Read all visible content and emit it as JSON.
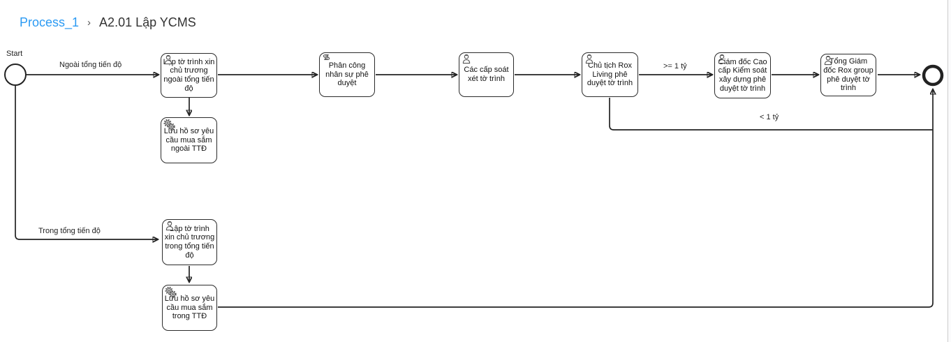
{
  "breadcrumb": {
    "process_link": "Process_1",
    "separator": "›",
    "current": "A2.01 Lập YCMS"
  },
  "colors": {
    "link_blue": "#2b9af3",
    "stroke": "#222222",
    "text": "#222222"
  },
  "diagram": {
    "start_event_label": "Start",
    "edge_labels": {
      "ngoai": "Ngoài tổng tiến độ",
      "trong": "Trong tổng tiến độ",
      "gte_1ty": ">= 1 tỷ",
      "lt_1ty": "< 1 tỷ"
    },
    "tasks": [
      {
        "type": "user-task",
        "label": "Lập tờ trình xin chủ trương ngoài tổng tiến độ"
      },
      {
        "type": "service-task",
        "label": "Lưu hồ sơ yêu cầu mua sắm ngoài TTĐ"
      },
      {
        "type": "script-task",
        "label": "Phân công nhân sự phê duyệt"
      },
      {
        "type": "user-task",
        "label": "Các cấp soát xét tờ trình"
      },
      {
        "type": "user-task",
        "label": "Chủ tịch Rox Living phê duyệt tờ trình"
      },
      {
        "type": "user-task",
        "label": "Giám đốc Cao cấp Kiểm soát xây dựng phê duyệt tờ trình"
      },
      {
        "type": "user-task",
        "label": "Tổng Giám đốc Rox group phê duyệt tờ trình"
      },
      {
        "type": "user-task",
        "label": "Lập tờ trình xin chủ trương trong tổng tiến độ"
      },
      {
        "type": "service-task",
        "label": "Lưu hồ sơ yêu cầu mua sắm trong TTĐ"
      }
    ]
  }
}
